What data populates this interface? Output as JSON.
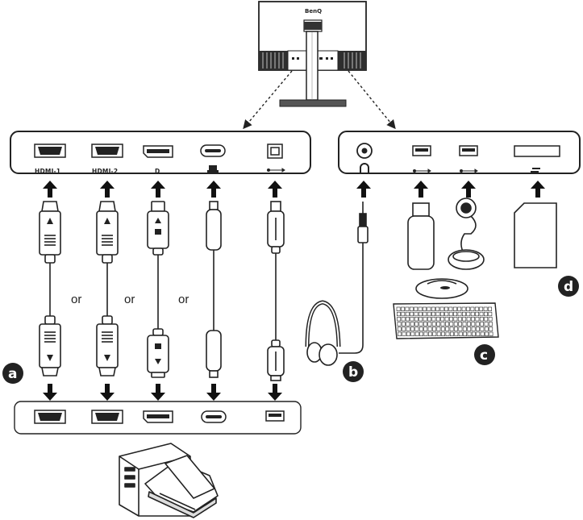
{
  "monitor": {
    "brand": "BenQ"
  },
  "left_panel": {
    "ports": [
      {
        "id": "hdmi1",
        "label": "HDMI-1"
      },
      {
        "id": "hdmi2",
        "label": "HDMI-2"
      },
      {
        "id": "dp",
        "label": "D"
      },
      {
        "id": "usbc",
        "label": ""
      },
      {
        "id": "usbb",
        "label": ""
      }
    ]
  },
  "connector_text": {
    "or": "or"
  },
  "badges": {
    "a": "a",
    "b": "b",
    "c": "c",
    "d": "d"
  },
  "icons": [
    "monitor-icon",
    "hdmi-cable-icon",
    "displayport-cable-icon",
    "usb-c-cable-icon",
    "usb-cable-icon",
    "headphone-icon",
    "usb-flash-drive-icon",
    "webcam-icon",
    "mouse-icon",
    "keyboard-icon",
    "sd-card-icon",
    "computer-icon",
    "headphone-jack-icon",
    "usb-a-port-icon",
    "sd-card-slot-icon"
  ]
}
